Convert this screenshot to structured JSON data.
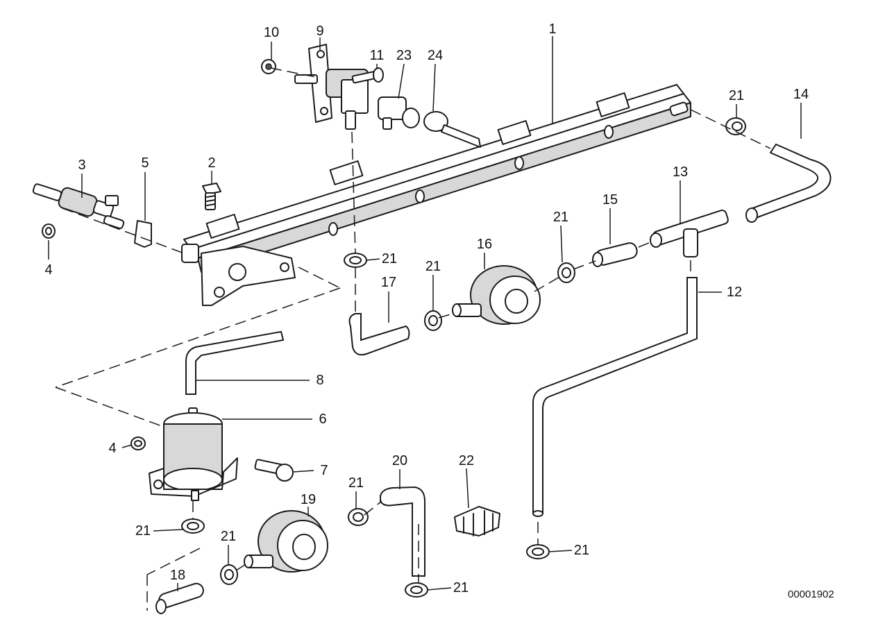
{
  "diagram": {
    "reference_number": "00001902",
    "labels": [
      "1",
      "2",
      "3",
      "4",
      "4",
      "5",
      "6",
      "7",
      "8",
      "9",
      "10",
      "11",
      "12",
      "13",
      "14",
      "15",
      "16",
      "17",
      "18",
      "19",
      "20",
      "21",
      "21",
      "21",
      "21",
      "21",
      "21",
      "21",
      "21",
      "21",
      "21",
      "22",
      "23",
      "24"
    ]
  }
}
